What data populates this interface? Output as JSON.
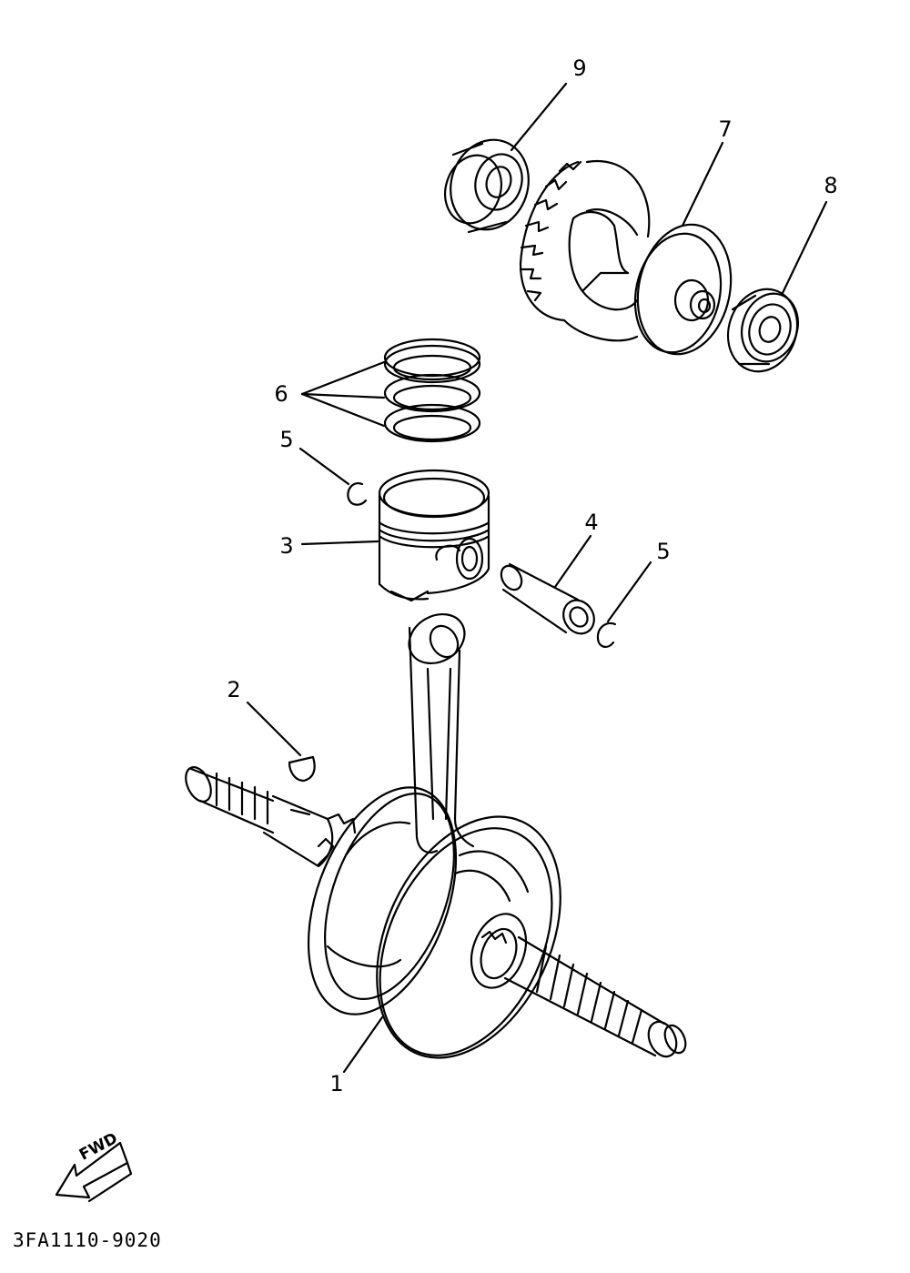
{
  "callouts": {
    "c1": "1",
    "c2": "2",
    "c3": "3",
    "c4": "4",
    "c5a": "5",
    "c5b": "5",
    "c6": "6",
    "c7": "7",
    "c8": "8",
    "c9": "9"
  },
  "fwd_label": "FWD",
  "diagram_code": "3FA1110-9020"
}
